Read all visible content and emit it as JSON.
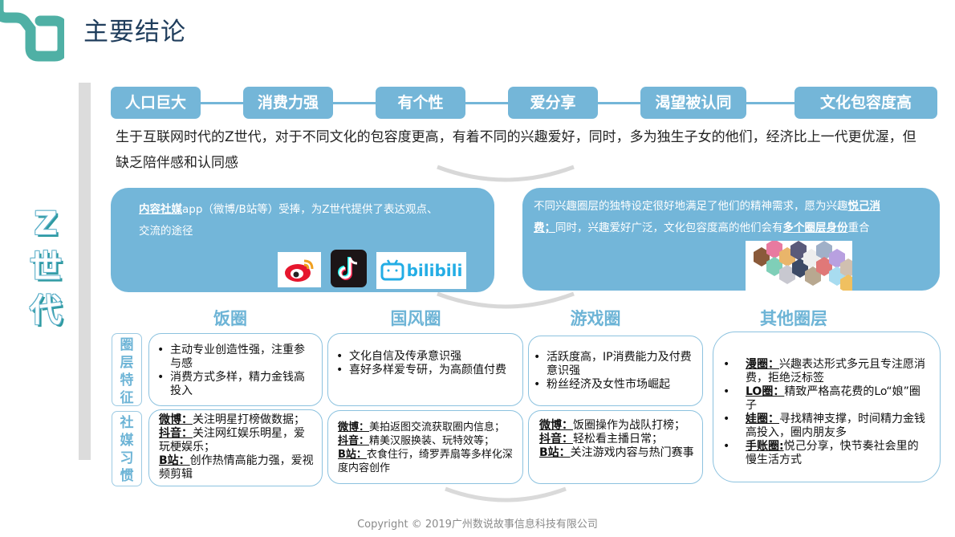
{
  "header": {
    "title": "主要结论"
  },
  "side_label": {
    "chars": [
      "Z",
      "世",
      "代"
    ]
  },
  "traits": [
    {
      "label": "人口巨大"
    },
    {
      "label": "消费力强"
    },
    {
      "label": "有个性"
    },
    {
      "label": "爱分享"
    },
    {
      "label": "渴望被认同"
    },
    {
      "label": "文化包容度高"
    }
  ],
  "intro": {
    "line1": "生于互联网时代的Z世代，对于不同文化的包容度更高，有着不同的兴趣爱好，同时，多为独生子女的他们，经济比上一代更优渥，但",
    "line2": "缺乏陪伴感和认同感"
  },
  "left_panel": {
    "highlight": "内容社媒",
    "text": "app（微博/B站等）受捧，为Z世代提供了表达观点、",
    "text2": "交流的途径",
    "apps": [
      {
        "name": "weibo",
        "icon": "weibo-icon"
      },
      {
        "name": "douyin",
        "icon": "douyin-icon"
      },
      {
        "name": "bilibili",
        "icon": "bilibili-icon",
        "label": "bilibili"
      }
    ]
  },
  "right_panel": {
    "text1": "不同兴趣圈层的独特设定很好地满足了他们的精神需求，愿为兴趣",
    "highlight1a": "悦己消",
    "highlight1b": "费；",
    "text2": "同时，兴趣爱好广泛，文化包容度高的他们会有",
    "highlight2": "多个圈层身份",
    "text3": "重合"
  },
  "row_labels": {
    "features": "圈层特征",
    "social": "社媒习惯"
  },
  "circles": [
    {
      "title": "饭圈",
      "features": [
        "主动专业创造性强，注重参与感",
        "消费方式多样，精力金钱高投入"
      ],
      "social": [
        {
          "key": "微博：",
          "text": "关注明星打榜做数据；"
        },
        {
          "key": "抖音：",
          "text": "关注网红娱乐明星，爱玩梗娱乐；"
        },
        {
          "key": "B站：",
          "text": "创作热情高能力强，爱视频剪辑"
        }
      ]
    },
    {
      "title": "国风圈",
      "features": [
        "文化自信及传承意识强",
        "喜好多样爱专研，为高颜值付费"
      ],
      "social": [
        {
          "key": "微博：",
          "text": "美拍返图交流获取圈内信息；"
        },
        {
          "key": "抖音：",
          "text": "精美汉服换装、玩特效等；"
        },
        {
          "key": "B站：",
          "text": "衣食住行，绮罗弄扇等多样化深度内容创作"
        }
      ]
    },
    {
      "title": "游戏圈",
      "features": [
        "活跃度高，IP消费能力及付费意识强",
        "粉丝经济及女性市场崛起"
      ],
      "social": [
        {
          "key": "微博：",
          "text": "饭圈操作为战队打榜；"
        },
        {
          "key": "抖音：",
          "text": "轻松看主播日常；"
        },
        {
          "key": "B站：",
          "text": "关注游戏内容与热门赛事"
        }
      ]
    },
    {
      "title": "其他圈层",
      "items": [
        {
          "key": "漫圈：",
          "text": "兴趣表达形式多元且专注愿消费，拒绝泛标签"
        },
        {
          "key": "LO圈：",
          "text": "精致严格高花费的Lo“娘”圈子"
        },
        {
          "key": "娃圈：",
          "text": "寻找精神支撑，时间精力金钱高投入，圈内朋友多"
        },
        {
          "key": "手账圈:",
          "text": "悦己分享，快节奏社会里的慢生活方式"
        }
      ]
    }
  ],
  "footer": {
    "copyright": "Copyright © 2019广州数说故事信息科技有限公司"
  },
  "colors": {
    "accent": "#73b6d9",
    "title": "#1f3d5c",
    "logo": "#4fb0a5",
    "circle_title": "#6db4d6"
  }
}
